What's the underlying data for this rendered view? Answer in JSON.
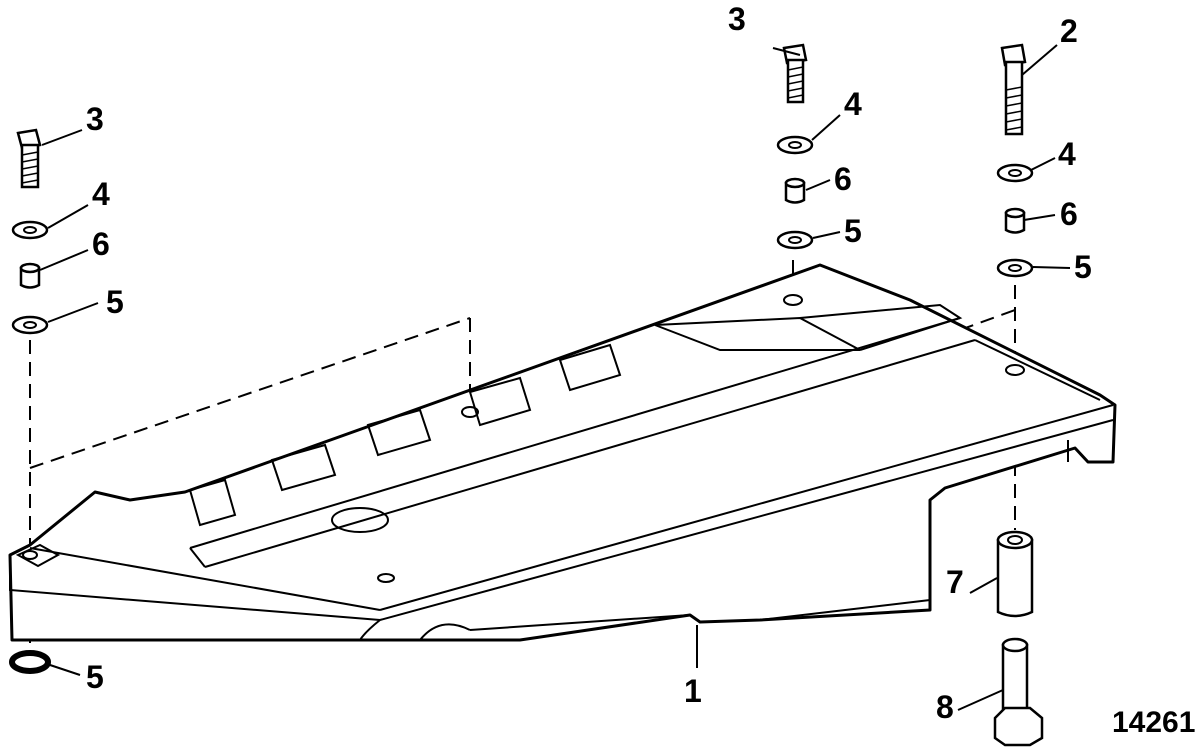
{
  "diagram": {
    "figure_number": "14261",
    "callouts": {
      "item_1": "1",
      "item_2": "2",
      "item_3a": "3",
      "item_3b": "3",
      "item_4a": "4",
      "item_4b": "4",
      "item_4c": "4",
      "item_5a": "5",
      "item_5b": "5",
      "item_5c": "5",
      "item_5d": "5",
      "item_6a": "6",
      "item_6b": "6",
      "item_6c": "6",
      "item_7": "7",
      "item_8": "8"
    }
  }
}
